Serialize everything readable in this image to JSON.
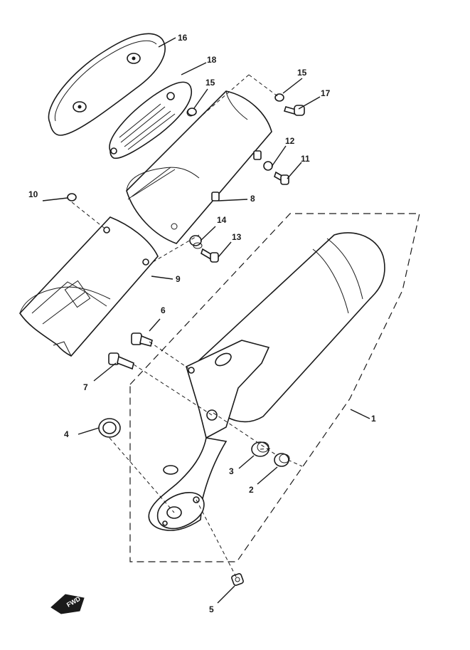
{
  "labels": {
    "p1": "1",
    "p2": "2",
    "p3": "3",
    "p4": "4",
    "p5": "5",
    "p6": "6",
    "p7": "7",
    "p8": "8",
    "p9": "9",
    "p10": "10",
    "p11": "11",
    "p12": "12",
    "p13": "13",
    "p14": "14",
    "p15a": "15",
    "p15b": "15",
    "p16": "16",
    "p17": "17",
    "p18": "18"
  },
  "forward_marker": "FWD"
}
